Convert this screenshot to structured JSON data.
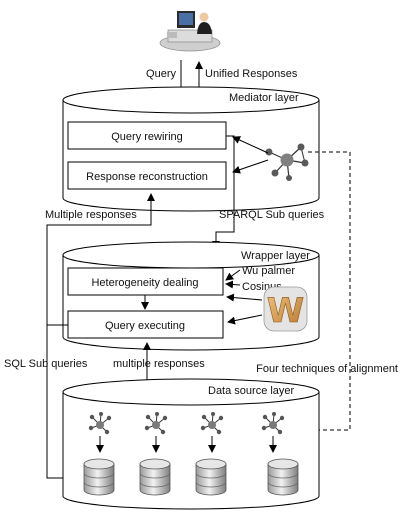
{
  "labels": {
    "query": "Query",
    "unified_responses": "Unified Responses",
    "mediator_layer": "Mediator layer",
    "query_rewiring": "Query rewiring",
    "response_reconstruction": "Response reconstruction",
    "multiple_responses_upper": "Multiple responses",
    "sparql_sub_queries": "SPARQL Sub queries",
    "wrapper_layer": "Wrapper layer",
    "heterogeneity_dealing": "Heterogeneity dealing",
    "wu_palmer": "Wu palmer",
    "cosinus": "Cosinus",
    "query_executing": "Query executing",
    "sql_sub_queries": "SQL Sub queries",
    "multiple_responses_lower": "multiple responses",
    "four_techniques": "Four techniques of alignment",
    "data_source_layer": "Data source layer"
  },
  "icons": {
    "user": "user-at-computer-icon",
    "ontology": "ontology-graph-icon",
    "wordnet": "wordnet-w-icon",
    "database": "database-icon"
  },
  "colors": {
    "line": "#000000",
    "cylinder_fill": "#ffffff",
    "node_gray": "#8a8a8a",
    "wordnet_orange": "#d9a15c"
  }
}
